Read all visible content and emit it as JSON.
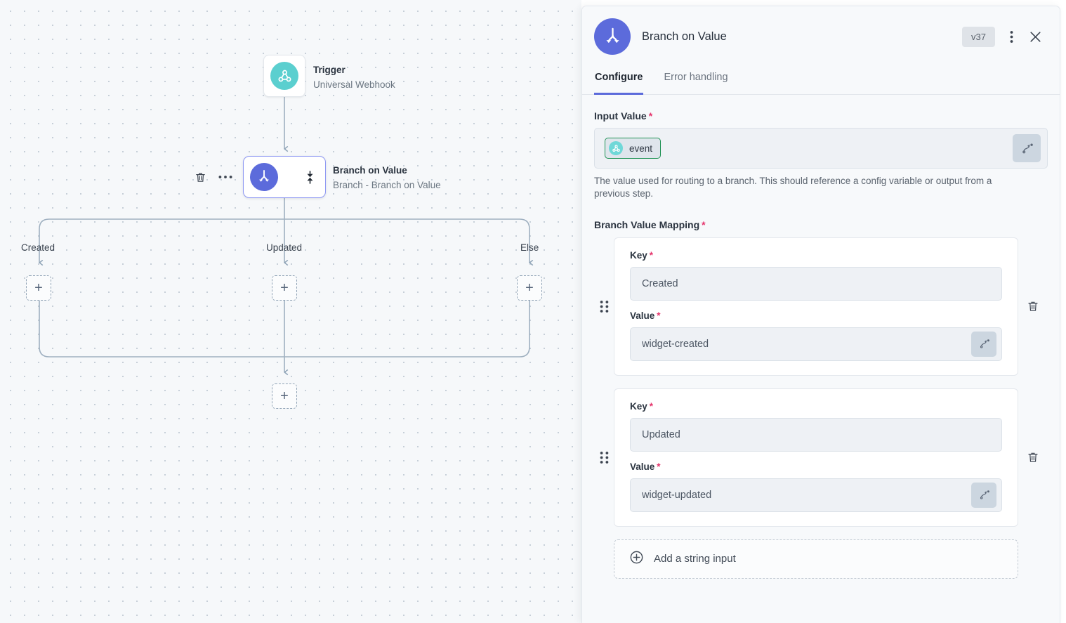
{
  "canvas": {
    "nodes": [
      {
        "id": "trigger",
        "icon": "webhook-icon",
        "title": "Trigger",
        "subtitle": "Universal Webhook"
      },
      {
        "id": "branch",
        "icon": "branch-icon",
        "title": "Branch on Value",
        "subtitle": "Branch - Branch on Value"
      }
    ],
    "branch_labels": [
      "Created",
      "Updated",
      "Else"
    ],
    "node_tools": {
      "delete": "trash-icon",
      "more": "more-horizontal-icon",
      "collapse": "collapse-expand-icon"
    },
    "add_slot_label": "+"
  },
  "panel": {
    "title": "Branch on Value",
    "avatar_icon": "branch-icon",
    "version": "v37",
    "more_icon": "more-vertical-icon",
    "close_icon": "close-icon",
    "tabs": [
      {
        "label": "Configure",
        "active": true
      },
      {
        "label": "Error handling",
        "active": false
      }
    ],
    "input_value": {
      "label": "Input Value",
      "required": "*",
      "chip": {
        "label": "event",
        "icon": "webhook-icon"
      },
      "variable_picker_icon": "variable-picker-icon",
      "help": "The value used for routing to a branch. This should reference a config variable or output from a previous step."
    },
    "branch_mapping": {
      "label": "Branch Value Mapping",
      "required": "*",
      "key_label": "Key",
      "value_label": "Value",
      "rows": [
        {
          "key": "Created",
          "value": "widget-created"
        },
        {
          "key": "Updated",
          "value": "widget-updated"
        }
      ],
      "drag_icon": "drag-handle-icon",
      "delete_icon": "trash-icon",
      "variable_picker_icon": "variable-picker-icon"
    },
    "add_input": {
      "label": "Add a string input",
      "icon": "plus-circle-icon"
    }
  },
  "colors": {
    "accent": "#5c6bdb",
    "webhook": "#5bcfcf",
    "required": "#e5336b",
    "chip_border": "#1f9254",
    "canvas_bg": "#f6f8fa",
    "panel_bg": "#f7f9fb",
    "field_bg": "#eef1f5"
  }
}
